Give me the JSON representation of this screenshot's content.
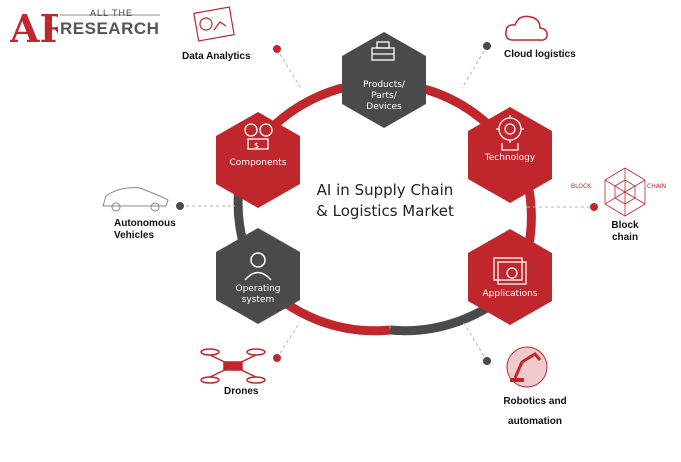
{
  "logo": {
    "mark": "AR",
    "line1": "ALL THE",
    "line2": "RESEARCH"
  },
  "title": {
    "line1": "AI in Supply Chain",
    "line2": "& Logistics Market"
  },
  "hexagons": [
    {
      "id": "products",
      "label": "Products/\nParts/\nDevices",
      "color": "#4a4a4a",
      "icon": "box-icon"
    },
    {
      "id": "technology",
      "label": "Technology",
      "color": "#c0272d",
      "icon": "gear-brain-icon"
    },
    {
      "id": "applications",
      "label": "Applications",
      "color": "#c0272d",
      "icon": "apps-window-icon"
    },
    {
      "id": "operating",
      "label": "Operating\nsystem",
      "color": "#4a4a4a",
      "icon": "user-icon"
    },
    {
      "id": "components",
      "label": "Components",
      "color": "#c0272d",
      "icon": "components-icon"
    }
  ],
  "outer": [
    {
      "id": "data-analytics",
      "label": "Data Analytics",
      "icon": "analytics-icon"
    },
    {
      "id": "cloud-logistics",
      "label": "Cloud logistics",
      "icon": "cloud-icon"
    },
    {
      "id": "block-chain",
      "label": "Block\nchain",
      "icon": "blockchain-icon",
      "icon_text_left": "BLOCK",
      "icon_text_right": "CHAIN"
    },
    {
      "id": "robotics",
      "label": "Robotics and\nautomation",
      "icon": "robot-arm-icon"
    },
    {
      "id": "drones",
      "label": "Drones",
      "icon": "drone-icon"
    },
    {
      "id": "autonomous-vehicles",
      "label": "Autonomous\nVehicles",
      "icon": "car-icon"
    }
  ],
  "colors": {
    "red": "#c0272d",
    "dark": "#4a4a4a",
    "ring_dark": "#555555"
  }
}
